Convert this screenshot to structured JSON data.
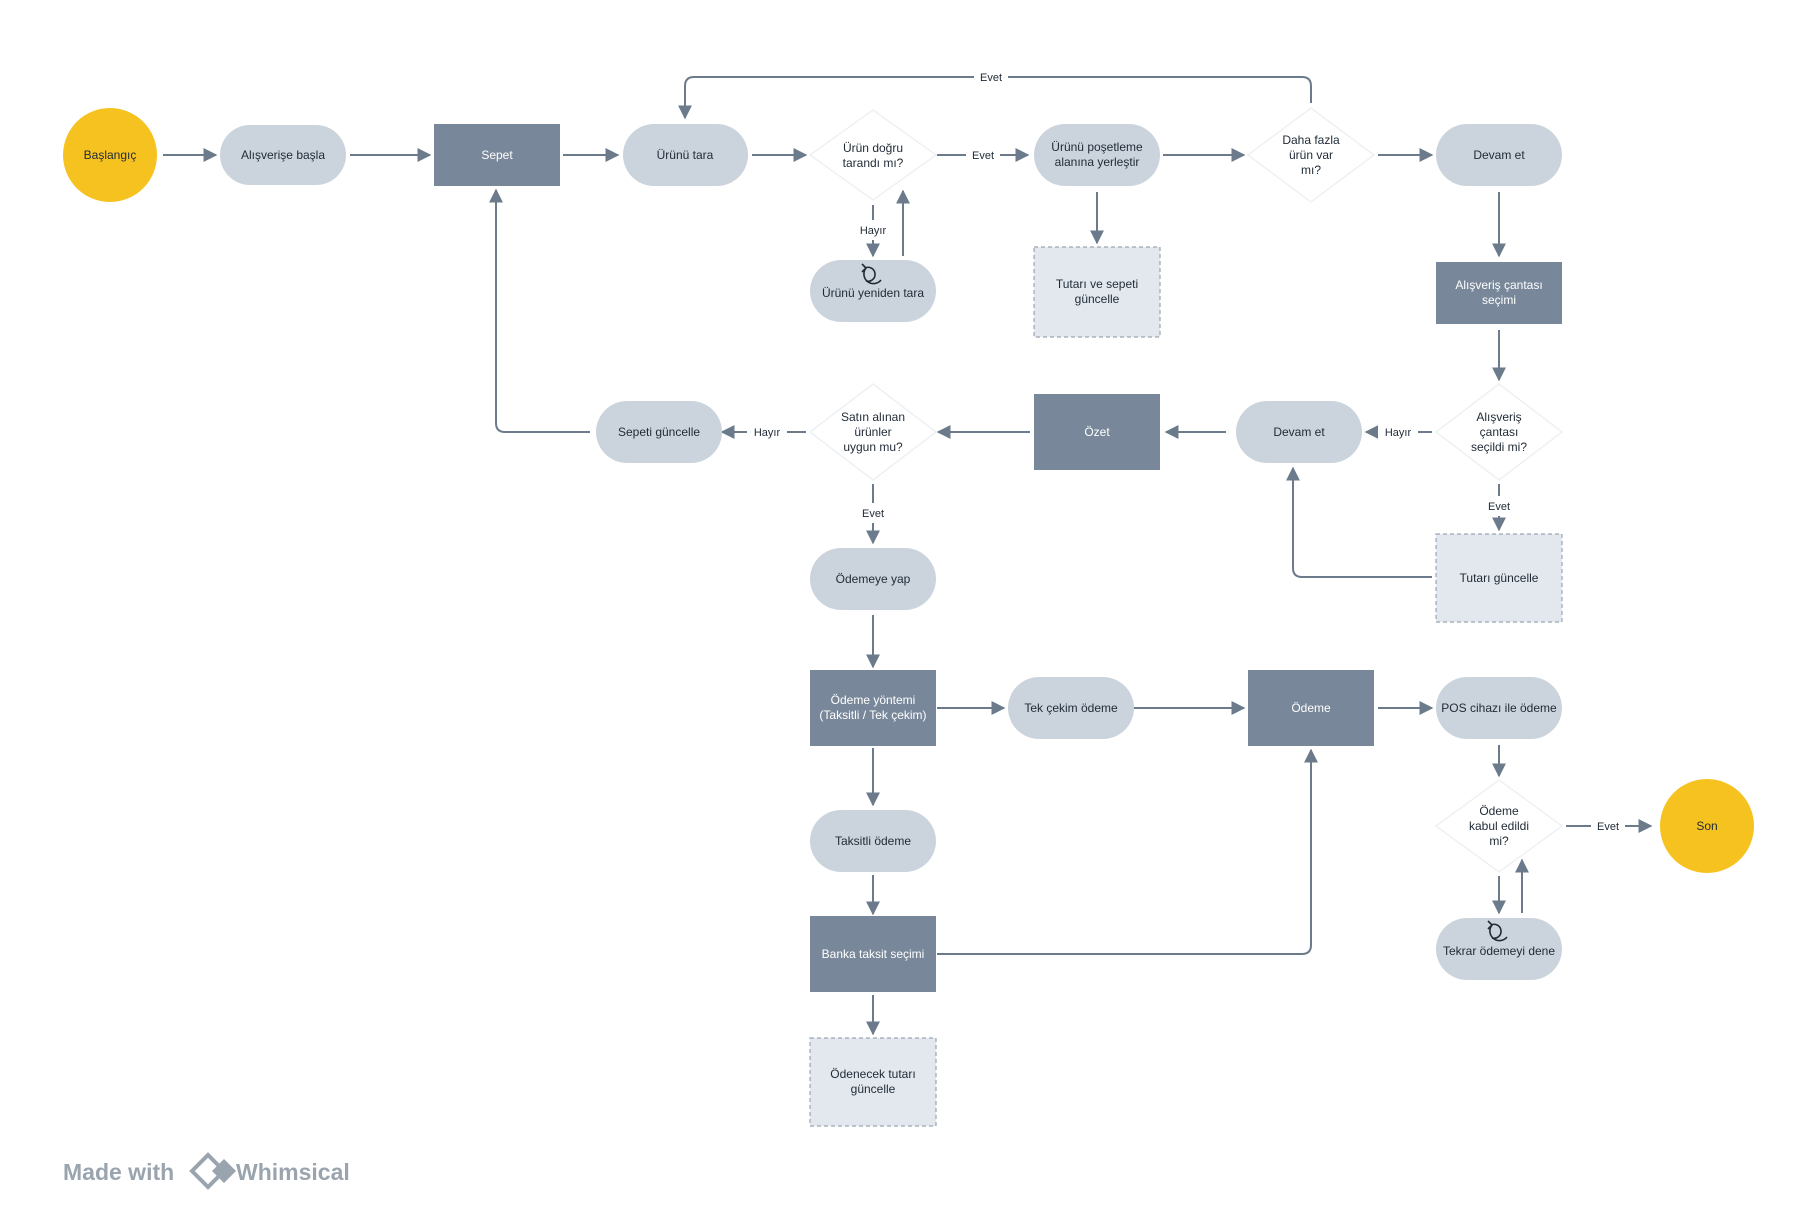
{
  "colors": {
    "terminal": "#f6c21f",
    "pill": "#cbd4dc",
    "dark_rect": "#78889a",
    "dashed_fill": "#e3e8ee",
    "edge": "#6c7b8b",
    "text_dark": "#1f2a36",
    "text_light": "#ffffff"
  },
  "nodes": {
    "start": {
      "label": [
        "Başlangıç"
      ]
    },
    "start_shopping": {
      "label": [
        "Alışverişe başla"
      ]
    },
    "cart": {
      "label": [
        "Sepet"
      ]
    },
    "scan_product": {
      "label": [
        "Ürünü tara"
      ]
    },
    "scanned_correctly": {
      "label": [
        "Ürün doğru",
        "tarandı mı?"
      ]
    },
    "rescan": {
      "label": [
        "Ürünü yeniden tara"
      ],
      "icon": "repeat-icon"
    },
    "place_bagging": {
      "label": [
        "Ürünü poşetleme",
        "alanına yerleştir"
      ]
    },
    "update_amount_cart": {
      "label": [
        "Tutarı ve sepeti",
        "güncelle"
      ]
    },
    "more_items": {
      "label": [
        "Daha fazla",
        "ürün var",
        "mı?"
      ]
    },
    "continue_top": {
      "label": [
        "Devam et"
      ]
    },
    "bag_selection": {
      "label": [
        "Alışveriş çantası",
        "seçimi"
      ]
    },
    "bag_selected": {
      "label": [
        "Alışveriş",
        "çantası",
        "seçildi mi?"
      ]
    },
    "update_amount": {
      "label": [
        "Tutarı güncelle"
      ]
    },
    "continue_mid": {
      "label": [
        "Devam et"
      ]
    },
    "summary": {
      "label": [
        "Özet"
      ]
    },
    "items_ok": {
      "label": [
        "Satın alınan",
        "ürünler",
        "uygun mu?"
      ]
    },
    "update_cart": {
      "label": [
        "Sepeti güncelle"
      ]
    },
    "make_payment": {
      "label": [
        "Ödemeye yap"
      ]
    },
    "payment_method": {
      "label": [
        "Ödeme yöntemi",
        "(Taksitli / Tek çekim)"
      ]
    },
    "single_payment": {
      "label": [
        "Tek çekim ödeme"
      ]
    },
    "payment": {
      "label": [
        "Ödeme"
      ]
    },
    "pos_payment": {
      "label": [
        "POS cihazı ile ödeme"
      ]
    },
    "payment_accepted": {
      "label": [
        "Ödeme",
        "kabul edildi",
        "mi?"
      ]
    },
    "retry_payment": {
      "label": [
        "Tekrar ödemeyi dene"
      ],
      "icon": "repeat-icon"
    },
    "end": {
      "label": [
        "Son"
      ]
    },
    "installment_payment": {
      "label": [
        "Taksitli ödeme"
      ]
    },
    "bank_installment": {
      "label": [
        "Banka taksit seçimi"
      ]
    },
    "update_payable": {
      "label": [
        "Ödenecek tutarı",
        "güncelle"
      ]
    }
  },
  "edge_labels": {
    "yes_loop_top": "Evet",
    "yes_scanned": "Evet",
    "no_scanned": "Hayır",
    "no_bag": "Hayır",
    "yes_bag": "Evet",
    "no_items": "Hayır",
    "yes_items": "Evet",
    "yes_accepted": "Evet"
  },
  "watermark": {
    "made_with": "Made with",
    "brand": "Whimsical"
  }
}
